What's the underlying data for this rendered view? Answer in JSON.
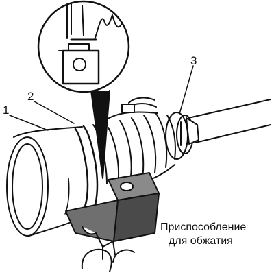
{
  "labels": {
    "one": "1",
    "two": "2",
    "three": "3"
  },
  "caption": {
    "line1": "Приспособление",
    "line2": "для обжатия"
  },
  "colors": {
    "ink": "#111111",
    "gray": "#6f6f6f",
    "dark_gray": "#4a4a4a",
    "light": "#ffffff"
  }
}
